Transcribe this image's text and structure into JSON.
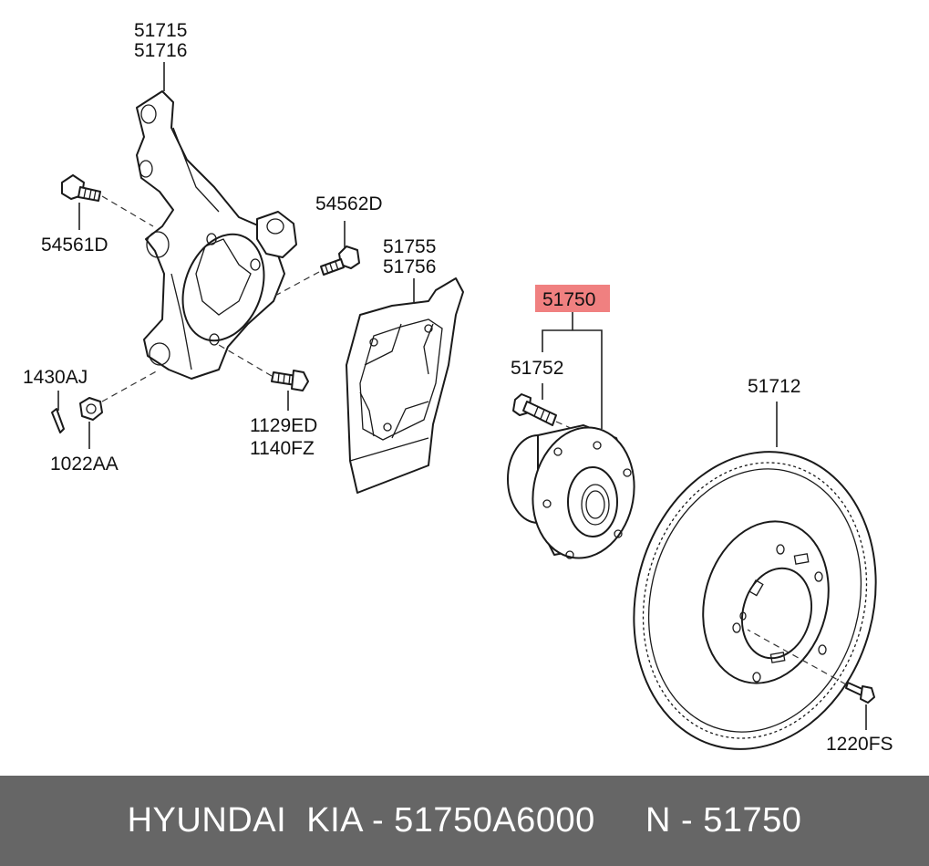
{
  "labels": {
    "p51715": "51715",
    "p51716": "51716",
    "p54561D": "54561D",
    "p54562D": "54562D",
    "p51755": "51755",
    "p51756": "51756",
    "p51750": "51750",
    "p51752": "51752",
    "p51712": "51712",
    "p1430AJ": "1430AJ",
    "p1022AA": "1022AA",
    "p1129ED": "1129ED",
    "p1140FZ": "1140FZ",
    "p1220FS": "1220FS"
  },
  "footer": {
    "text": "HYUNDAI  KIA - 51750A6000     N - 51750"
  },
  "colors": {
    "highlight": "#f08080",
    "footer_bg": "#666666",
    "footer_text": "#ffffff"
  }
}
